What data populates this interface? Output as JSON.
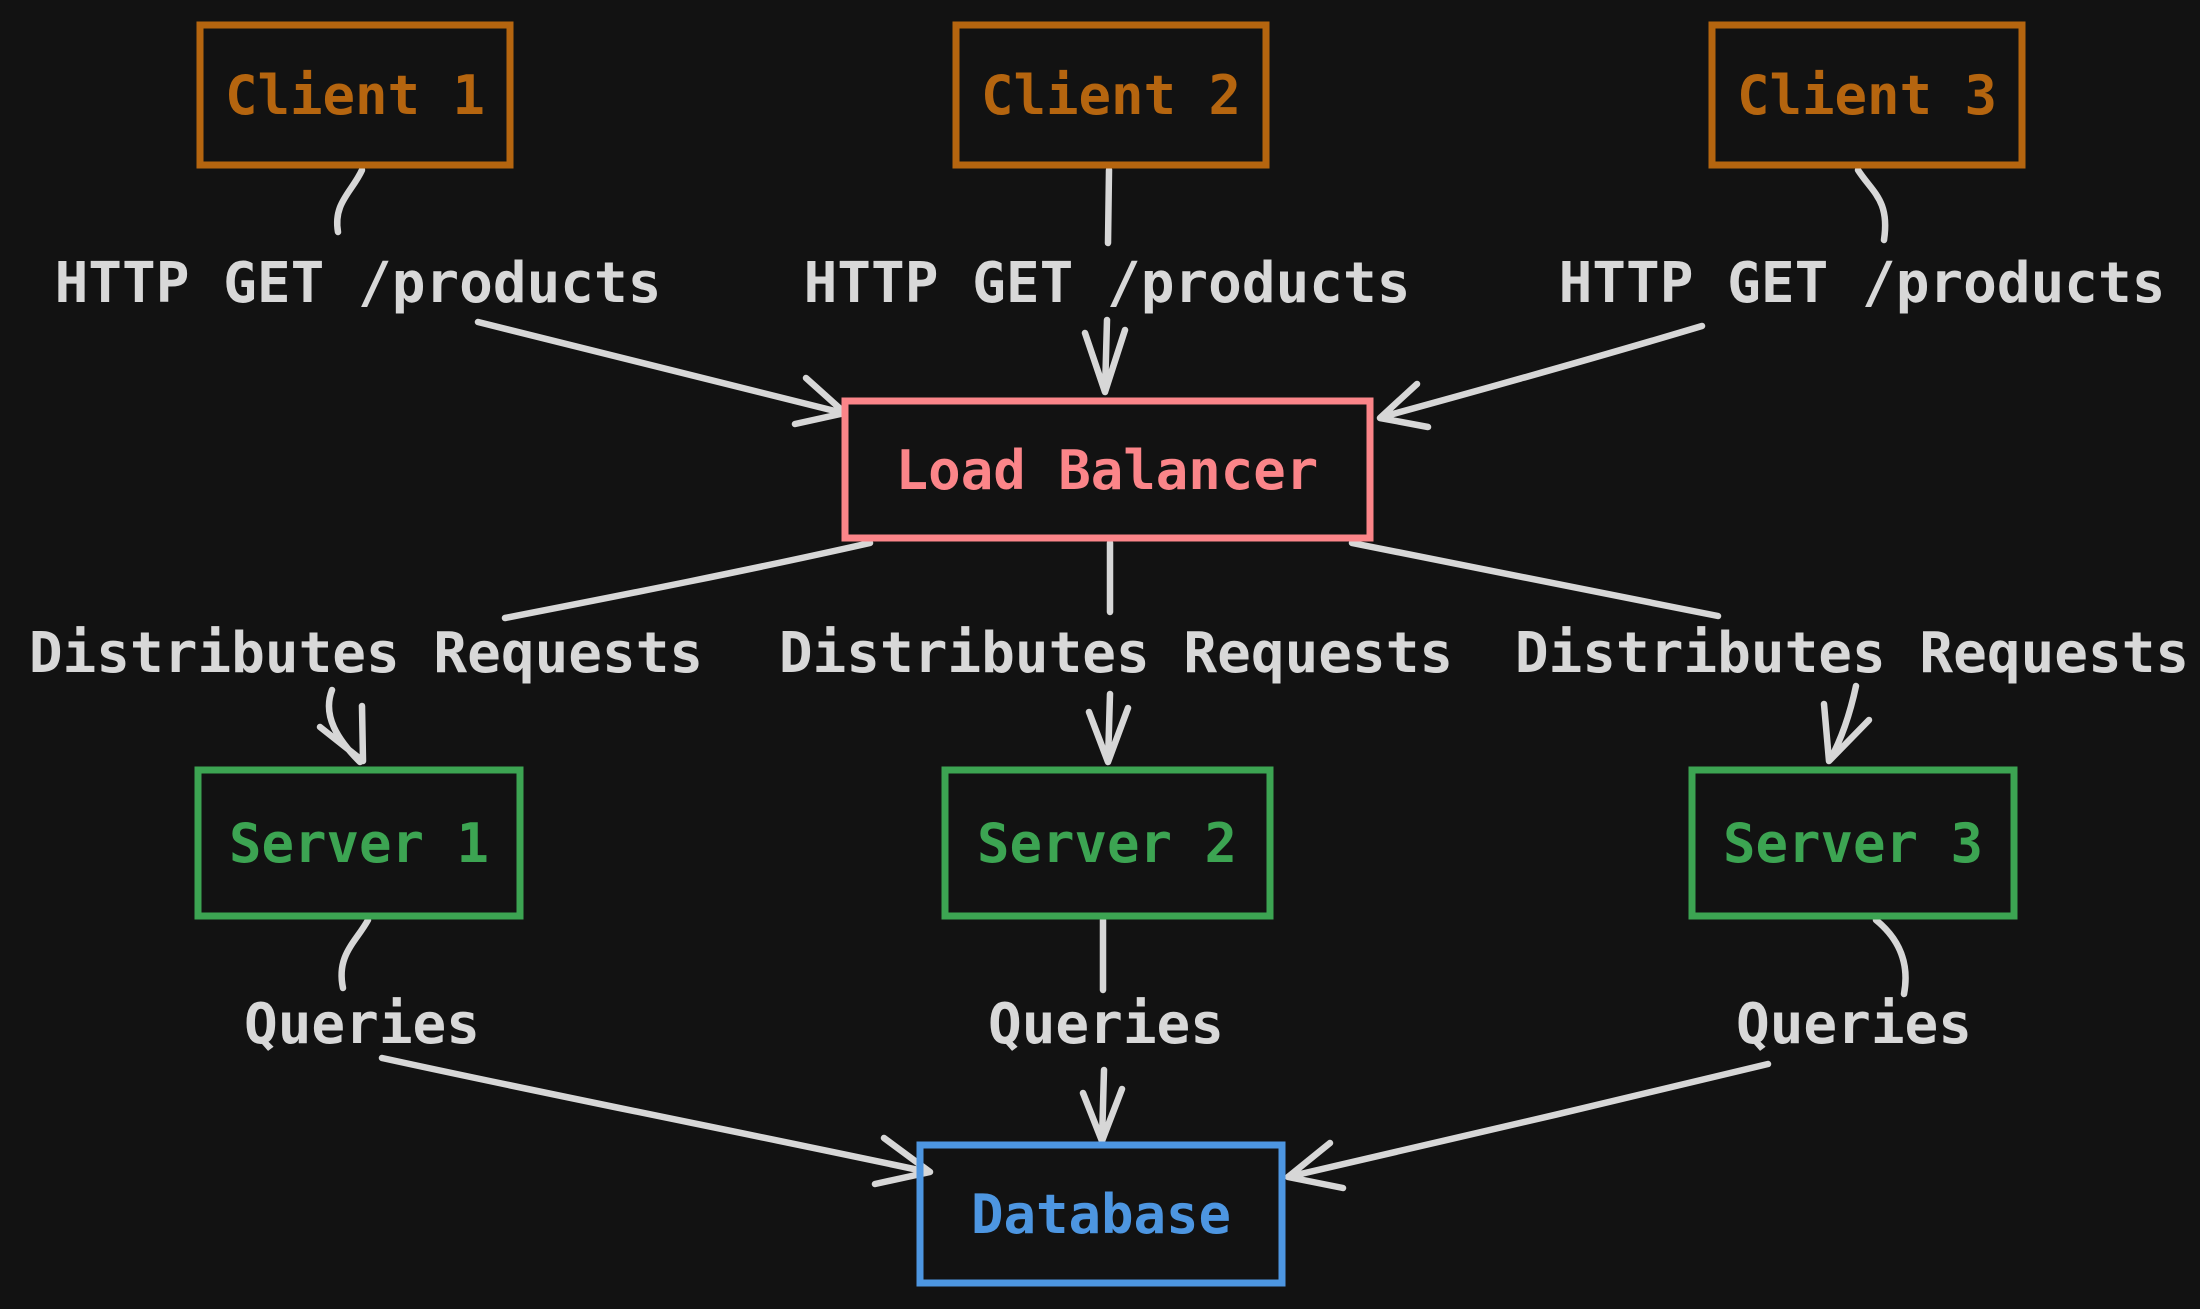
{
  "diagram": {
    "background_color": "#121212",
    "arrow_color": "#d7d7d7",
    "edge_text_color": "#d8d8d8",
    "nodes": {
      "client1": {
        "label": "Client 1",
        "color": "#b5650f"
      },
      "client2": {
        "label": "Client 2",
        "color": "#b5650f"
      },
      "client3": {
        "label": "Client 3",
        "color": "#b5650f"
      },
      "load_balancer": {
        "label": "Load Balancer",
        "color": "#fb8589"
      },
      "server1": {
        "label": "Server 1",
        "color": "#3ca452"
      },
      "server2": {
        "label": "Server 2",
        "color": "#3ca452"
      },
      "server3": {
        "label": "Server 3",
        "color": "#3ca452"
      },
      "database": {
        "label": "Database",
        "color": "#4d96e1"
      }
    },
    "edge_labels": {
      "client1_to_lb": "HTTP GET /products",
      "client2_to_lb": "HTTP GET /products",
      "client3_to_lb": "HTTP GET /products",
      "lb_to_server1": "Distributes Requests",
      "lb_to_server2": "Distributes Requests",
      "lb_to_server3": "Distributes Requests",
      "server1_to_db": "Queries",
      "server2_to_db": "Queries",
      "server3_to_db": "Queries"
    }
  }
}
